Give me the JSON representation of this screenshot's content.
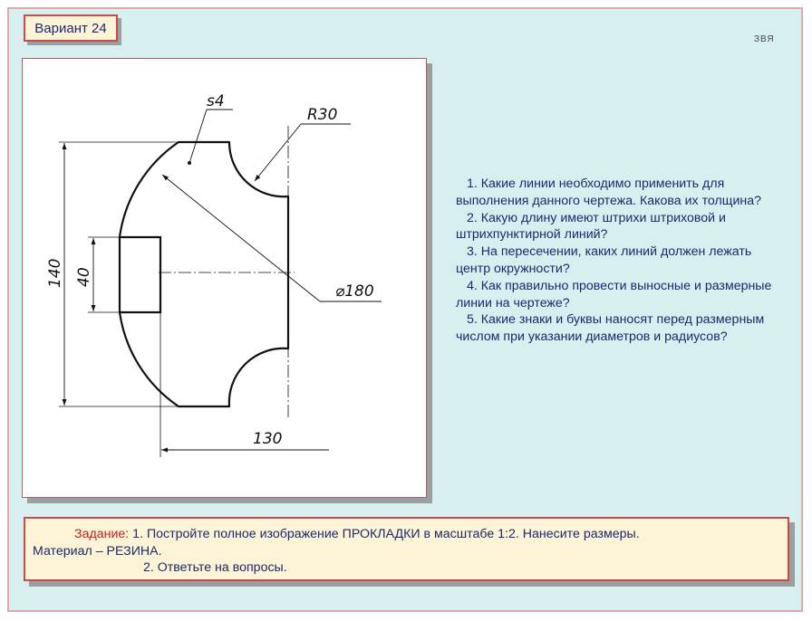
{
  "variant_label": "Вариант 24",
  "author_mark": "ЗВЯ",
  "drawing": {
    "thickness_label": "s4",
    "radius_label": "R30",
    "diameter_label": "⌀180",
    "height_label": "140",
    "slot_label": "40",
    "width_label": "130"
  },
  "questions": [
    "1.  Какие линии необходимо применить для выполнения данного чертежа. Какова их толщина?",
    "2. Какую длину имеют штрихи штриховой и штрихпунктирной линий?",
    "3. На пересечении, каких линий должен лежать центр окружности?",
    "4. Как правильно провести выносные и размерные линии на чертеже?",
    "5. Какие знаки и буквы наносят перед размерным числом при указании диаметров и радиусов?"
  ],
  "task": {
    "label": "Задание:",
    "line1": " 1. Постройте полное изображение ПРОКЛАДКИ в масштабе 1:2. Нанесите размеры.",
    "line2": "Материал – РЕЗИНА.",
    "line3": "2. Ответьте на вопросы."
  }
}
